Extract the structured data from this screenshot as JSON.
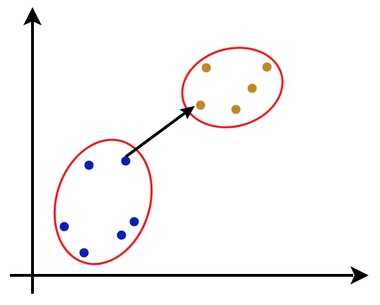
{
  "colors": {
    "background": "#ffffff",
    "axis": "#000000",
    "arrow": "#000000",
    "ellipse_outline": "#ee1c1c",
    "cluster_a_points": "#0a1fb4",
    "cluster_b_points": "#c08824"
  },
  "clusters": [
    {
      "id": "cluster-a",
      "point_count": 6,
      "point_color": "#0a1fb4"
    },
    {
      "id": "cluster-b",
      "point_count": 5,
      "point_color": "#c08824"
    }
  ],
  "connector": {
    "from": "cluster-a",
    "to": "cluster-b",
    "style": "arrow"
  }
}
